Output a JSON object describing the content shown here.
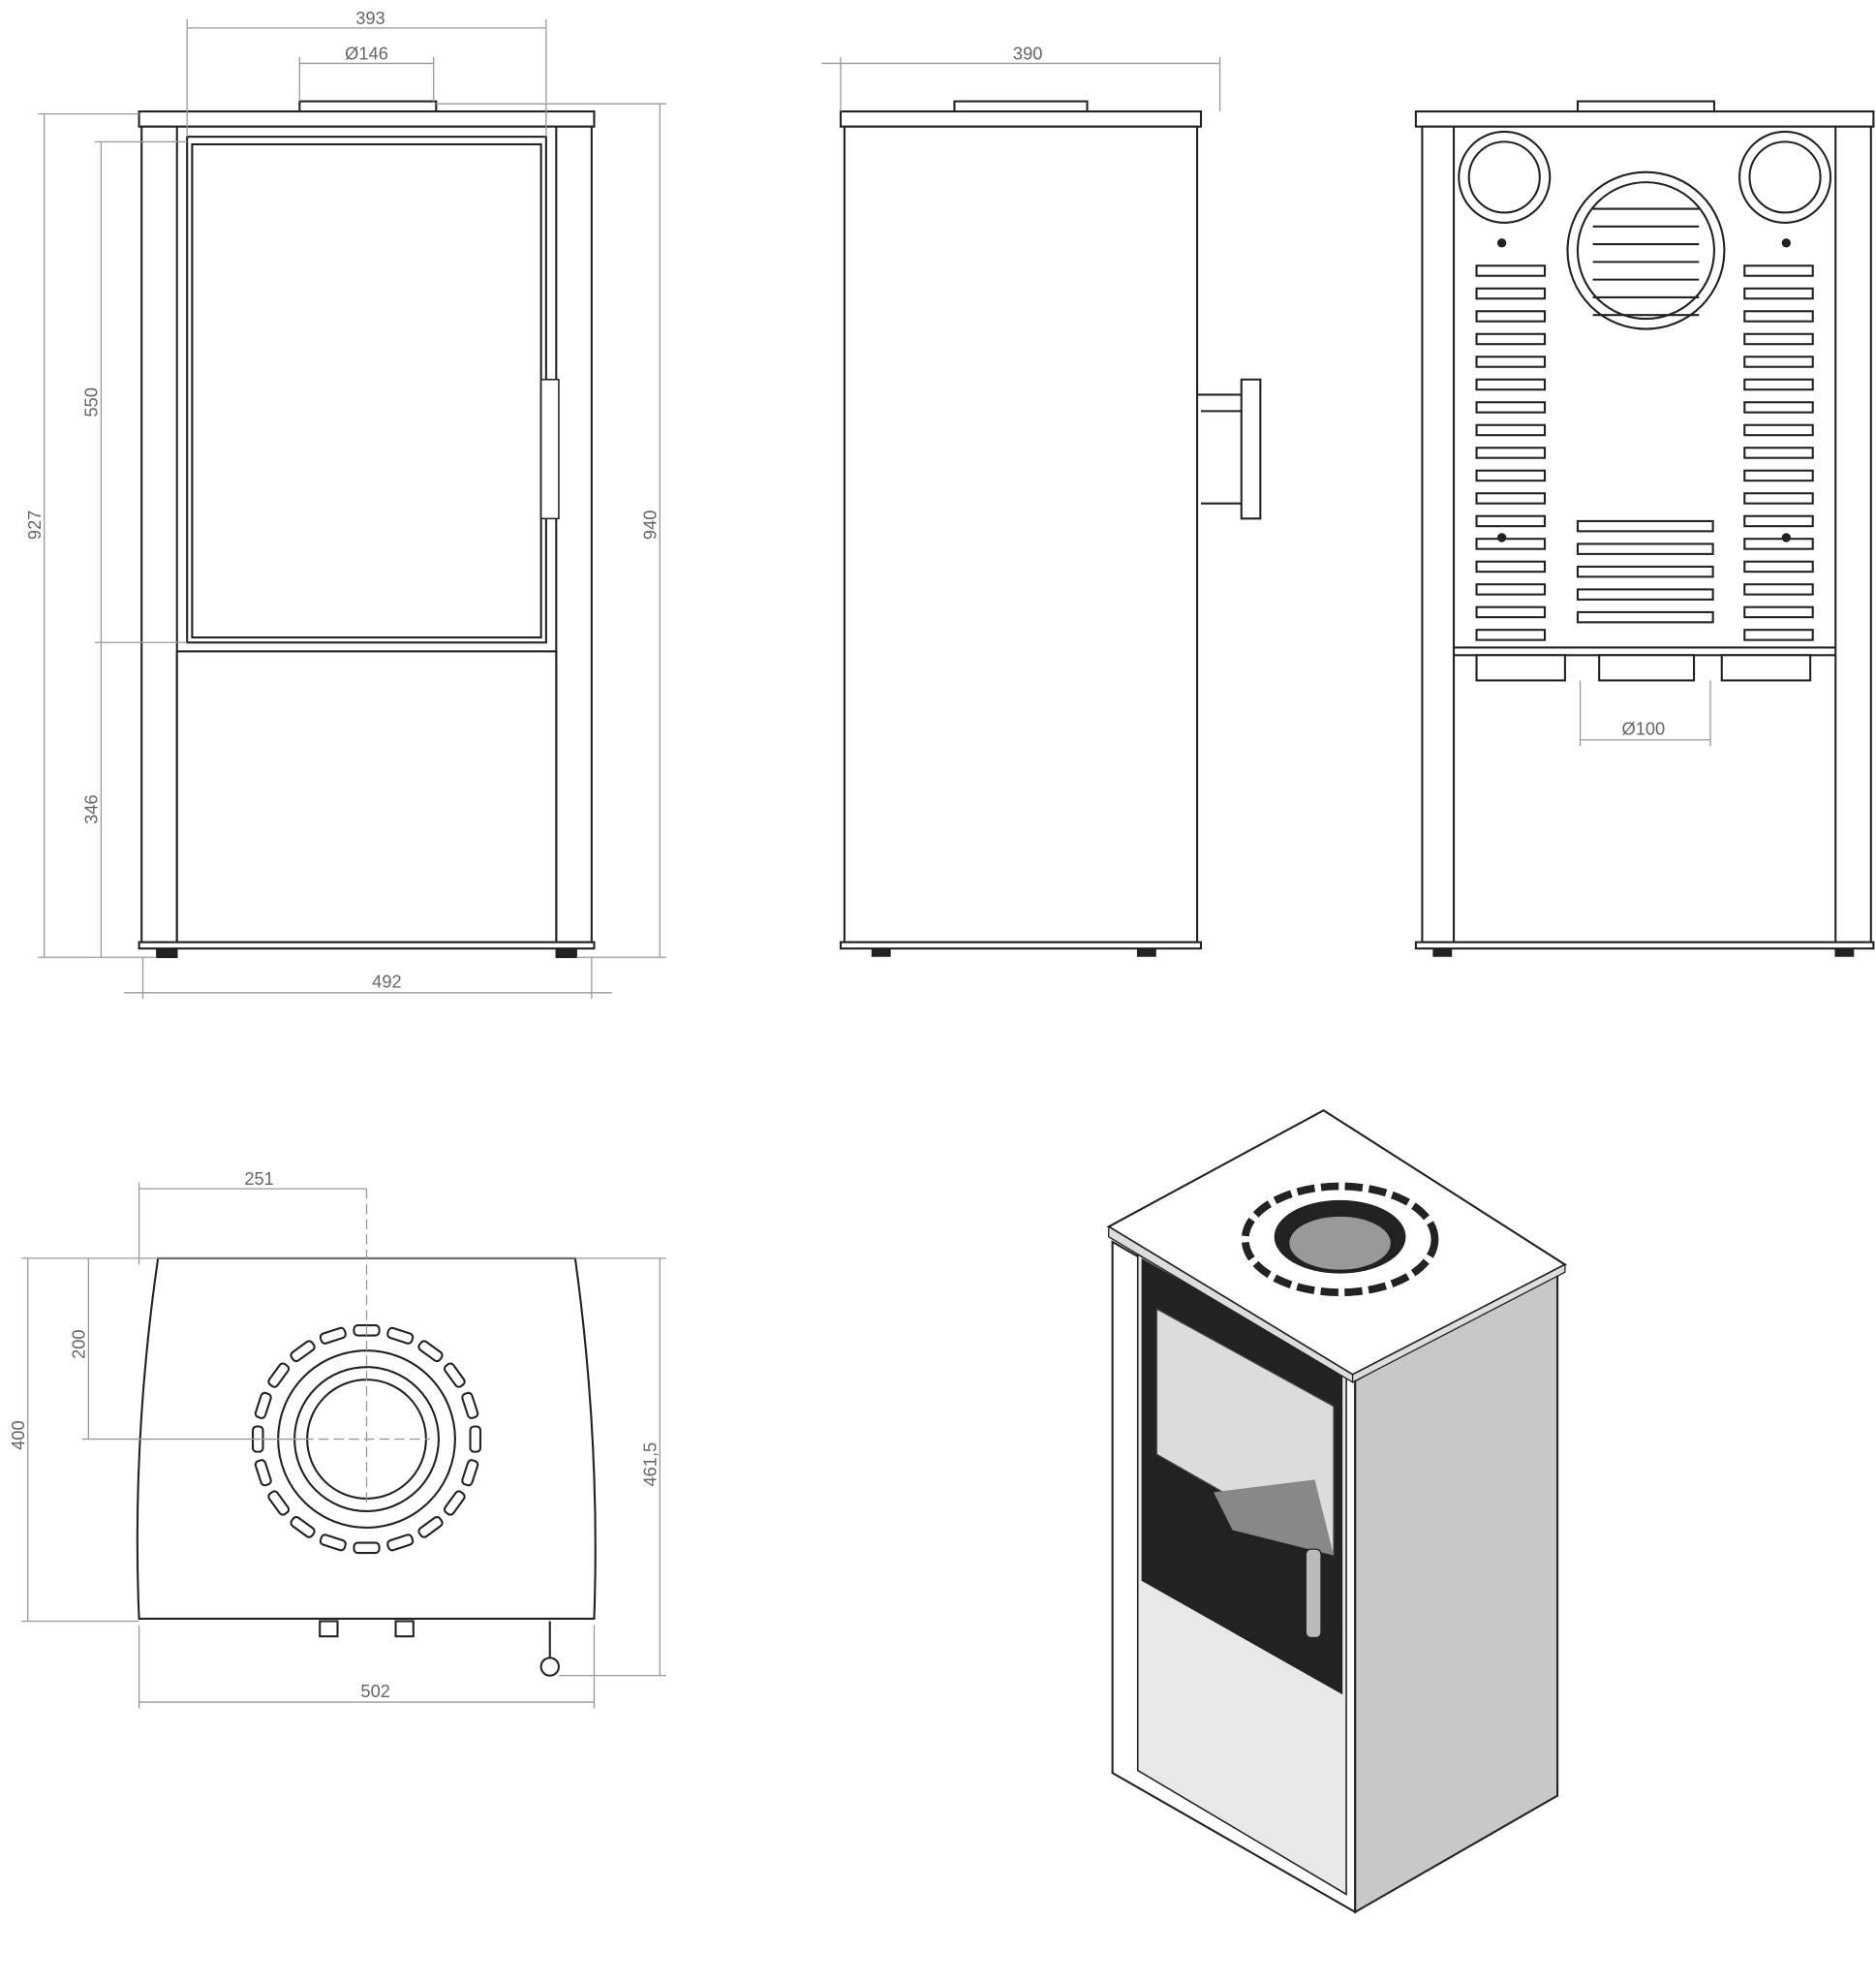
{
  "front_view": {
    "width_top": "393",
    "flue_diameter": "Ø146",
    "total_height": "927",
    "door_height": "550",
    "lower_height": "346",
    "overall_height": "940",
    "base_width": "492"
  },
  "side_view": {
    "depth": "390"
  },
  "back_view": {
    "outlet_diameter": "Ø100"
  },
  "top_view": {
    "flue_offset_x": "251",
    "flue_offset_y": "200",
    "depth": "400",
    "depth_with_knob": "461,5",
    "width": "502"
  },
  "colors": {
    "line": "#222222",
    "dimension": "#999999",
    "text": "#666666"
  }
}
